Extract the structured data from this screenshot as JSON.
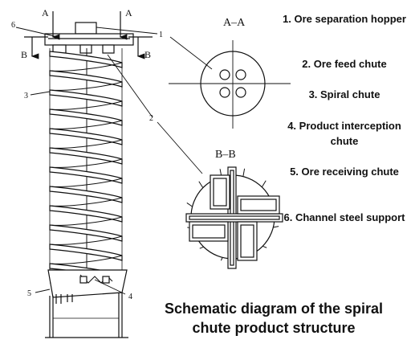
{
  "diagram": {
    "section_labels": {
      "a": "A",
      "b": "B",
      "aa": "A–A",
      "bb": "B–B"
    },
    "callout_numbers": [
      "1",
      "2",
      "3",
      "4",
      "5",
      "6"
    ],
    "legend": [
      "1. Ore separation hopper",
      "2. Ore feed chute",
      "3. Spiral chute",
      "4. Product interception chute",
      "5. Ore receiving chute",
      "6. Channel steel support"
    ],
    "caption": "Schematic diagram of the spiral chute product structure"
  }
}
